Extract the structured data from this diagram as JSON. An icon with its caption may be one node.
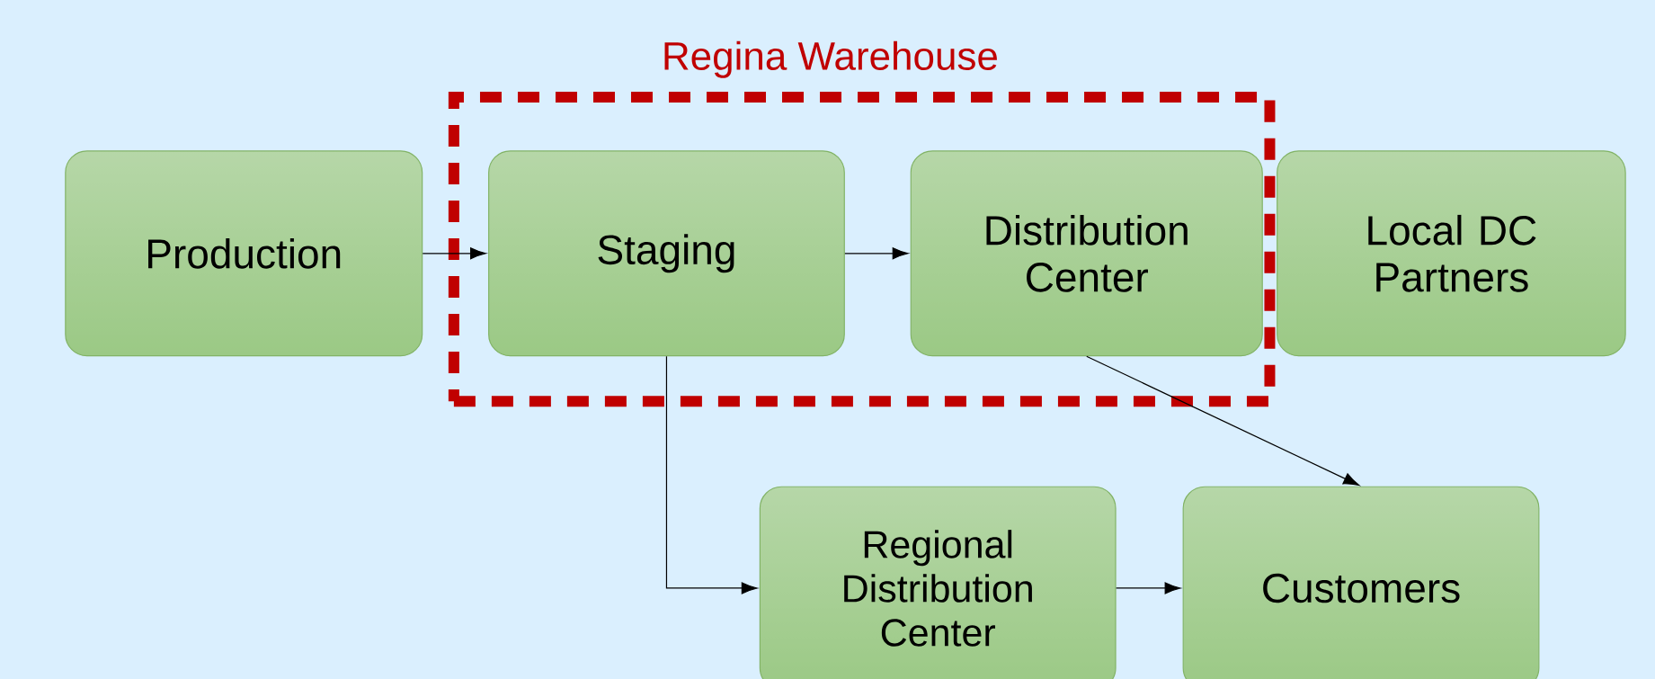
{
  "diagram": {
    "nodes": [
      {
        "text": [
          "Regina Warehouse"
        ]
      },
      {
        "text": [
          "Production"
        ]
      },
      {
        "text": [
          "Staging"
        ],
        "in": 0
      },
      {
        "text": [
          "Distribution Center"
        ],
        "in": 0
      },
      {
        "text": [
          "Local DC Partners"
        ]
      },
      {
        "text": [
          "Regional Distribution Center"
        ]
      },
      {
        "text": [
          "Customers"
        ]
      }
    ],
    "edges": [
      {
        "from": 1,
        "to": 2,
        "arrow": "to"
      },
      {
        "from": 2,
        "to": 3,
        "arrow": "to"
      },
      {
        "from": 2,
        "to": 5,
        "arrow": "to"
      },
      {
        "from": 3,
        "to": 6,
        "arrow": "to"
      },
      {
        "from": 5,
        "to": 6,
        "arrow": "to"
      }
    ]
  }
}
